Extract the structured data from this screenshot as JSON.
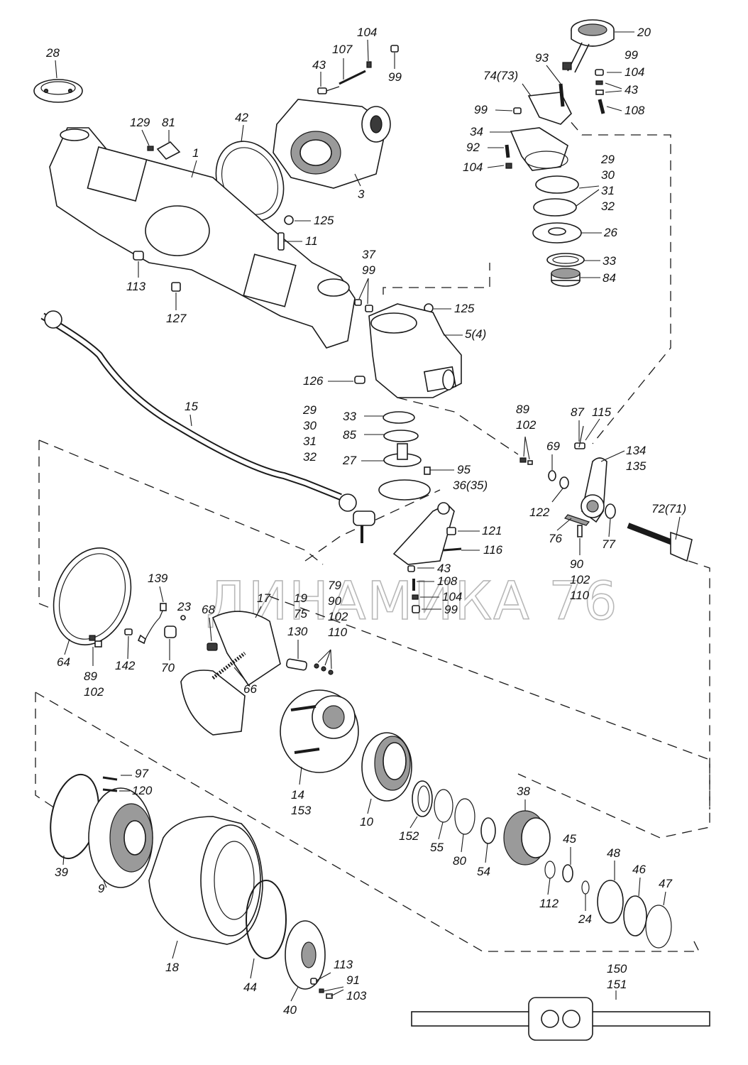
{
  "watermark": "ДИНАМИКА 76",
  "callouts": [
    {
      "id": "c28",
      "lines": [
        "28"
      ]
    },
    {
      "id": "c107",
      "lines": [
        "107"
      ]
    },
    {
      "id": "c104a",
      "lines": [
        "104"
      ]
    },
    {
      "id": "c43a",
      "lines": [
        "43"
      ]
    },
    {
      "id": "c99a",
      "lines": [
        "99"
      ]
    },
    {
      "id": "c20",
      "lines": [
        "20"
      ]
    },
    {
      "id": "c93",
      "lines": [
        "93"
      ]
    },
    {
      "id": "c74",
      "lines": [
        "74(73)"
      ]
    },
    {
      "id": "c99b",
      "lines": [
        "99"
      ]
    },
    {
      "id": "c104b",
      "lines": [
        "104"
      ]
    },
    {
      "id": "c43b",
      "lines": [
        "43"
      ]
    },
    {
      "id": "c99c",
      "lines": [
        "99"
      ]
    },
    {
      "id": "c108a",
      "lines": [
        "108"
      ]
    },
    {
      "id": "c129",
      "lines": [
        "129"
      ]
    },
    {
      "id": "c81",
      "lines": [
        "81"
      ]
    },
    {
      "id": "c42",
      "lines": [
        "42"
      ]
    },
    {
      "id": "c1",
      "lines": [
        "1"
      ]
    },
    {
      "id": "c34",
      "lines": [
        "34"
      ]
    },
    {
      "id": "c92",
      "lines": [
        "92"
      ]
    },
    {
      "id": "c104c",
      "lines": [
        "104"
      ]
    },
    {
      "id": "c3",
      "lines": [
        "3"
      ]
    },
    {
      "id": "c29a",
      "lines": [
        "29",
        "30",
        "31",
        "32"
      ]
    },
    {
      "id": "c125a",
      "lines": [
        "125"
      ]
    },
    {
      "id": "c26",
      "lines": [
        "26"
      ]
    },
    {
      "id": "c11",
      "lines": [
        "11"
      ]
    },
    {
      "id": "c33a",
      "lines": [
        "33"
      ]
    },
    {
      "id": "c37",
      "lines": [
        "37",
        "99"
      ]
    },
    {
      "id": "c113a",
      "lines": [
        "113"
      ]
    },
    {
      "id": "c84",
      "lines": [
        "84"
      ]
    },
    {
      "id": "c127",
      "lines": [
        "127"
      ]
    },
    {
      "id": "c125b",
      "lines": [
        "125"
      ]
    },
    {
      "id": "c5",
      "lines": [
        "5(4)"
      ]
    },
    {
      "id": "c126",
      "lines": [
        "126"
      ]
    },
    {
      "id": "c15",
      "lines": [
        "15"
      ]
    },
    {
      "id": "c29b",
      "lines": [
        "29",
        "30",
        "31",
        "32"
      ]
    },
    {
      "id": "c33b",
      "lines": [
        "33"
      ]
    },
    {
      "id": "c85",
      "lines": [
        "85"
      ]
    },
    {
      "id": "c27",
      "lines": [
        "27"
      ]
    },
    {
      "id": "c89a",
      "lines": [
        "89",
        "102"
      ]
    },
    {
      "id": "c87",
      "lines": [
        "87"
      ]
    },
    {
      "id": "c115",
      "lines": [
        "115"
      ]
    },
    {
      "id": "c69",
      "lines": [
        "69"
      ]
    },
    {
      "id": "c134",
      "lines": [
        "134",
        "135"
      ]
    },
    {
      "id": "c95",
      "lines": [
        "95"
      ]
    },
    {
      "id": "c36",
      "lines": [
        "36(35)"
      ]
    },
    {
      "id": "c122",
      "lines": [
        "122"
      ]
    },
    {
      "id": "c72",
      "lines": [
        "72(71)"
      ]
    },
    {
      "id": "c121",
      "lines": [
        "121"
      ]
    },
    {
      "id": "c76",
      "lines": [
        "76"
      ]
    },
    {
      "id": "c77",
      "lines": [
        "77"
      ]
    },
    {
      "id": "c116",
      "lines": [
        "116"
      ]
    },
    {
      "id": "c43c",
      "lines": [
        "43"
      ]
    },
    {
      "id": "c108b",
      "lines": [
        "108"
      ]
    },
    {
      "id": "c104d",
      "lines": [
        "104"
      ]
    },
    {
      "id": "c99d",
      "lines": [
        "99"
      ]
    },
    {
      "id": "c90a",
      "lines": [
        "90",
        "102",
        "110"
      ]
    },
    {
      "id": "c139",
      "lines": [
        "139"
      ]
    },
    {
      "id": "c17",
      "lines": [
        "17"
      ]
    },
    {
      "id": "c19",
      "lines": [
        "19",
        "75"
      ]
    },
    {
      "id": "c79",
      "lines": [
        "79",
        "90",
        "102",
        "110"
      ]
    },
    {
      "id": "c23",
      "lines": [
        "23"
      ]
    },
    {
      "id": "c68",
      "lines": [
        "68"
      ]
    },
    {
      "id": "c130",
      "lines": [
        "130"
      ]
    },
    {
      "id": "c64",
      "lines": [
        "64"
      ]
    },
    {
      "id": "c89b",
      "lines": [
        "89",
        "102"
      ]
    },
    {
      "id": "c142",
      "lines": [
        "142"
      ]
    },
    {
      "id": "c70",
      "lines": [
        "70"
      ]
    },
    {
      "id": "c66",
      "lines": [
        "66"
      ]
    },
    {
      "id": "c14",
      "lines": [
        "14",
        "153"
      ]
    },
    {
      "id": "c97",
      "lines": [
        "97"
      ]
    },
    {
      "id": "c120",
      "lines": [
        "120"
      ]
    },
    {
      "id": "c38",
      "lines": [
        "38"
      ]
    },
    {
      "id": "c10",
      "lines": [
        "10"
      ]
    },
    {
      "id": "c152",
      "lines": [
        "152"
      ]
    },
    {
      "id": "c55",
      "lines": [
        "55"
      ]
    },
    {
      "id": "c80",
      "lines": [
        "80"
      ]
    },
    {
      "id": "c54",
      "lines": [
        "54"
      ]
    },
    {
      "id": "c45",
      "lines": [
        "45"
      ]
    },
    {
      "id": "c39",
      "lines": [
        "39"
      ]
    },
    {
      "id": "c9",
      "lines": [
        "9"
      ]
    },
    {
      "id": "c48",
      "lines": [
        "48"
      ]
    },
    {
      "id": "c46",
      "lines": [
        "46"
      ]
    },
    {
      "id": "c47",
      "lines": [
        "47"
      ]
    },
    {
      "id": "c112",
      "lines": [
        "112"
      ]
    },
    {
      "id": "c24",
      "lines": [
        "24"
      ]
    },
    {
      "id": "c18",
      "lines": [
        "18"
      ]
    },
    {
      "id": "c44",
      "lines": [
        "44"
      ]
    },
    {
      "id": "c113b",
      "lines": [
        "113"
      ]
    },
    {
      "id": "c91",
      "lines": [
        "91",
        "103"
      ]
    },
    {
      "id": "c40",
      "lines": [
        "40"
      ]
    },
    {
      "id": "c150",
      "lines": [
        "150",
        "151"
      ]
    }
  ]
}
